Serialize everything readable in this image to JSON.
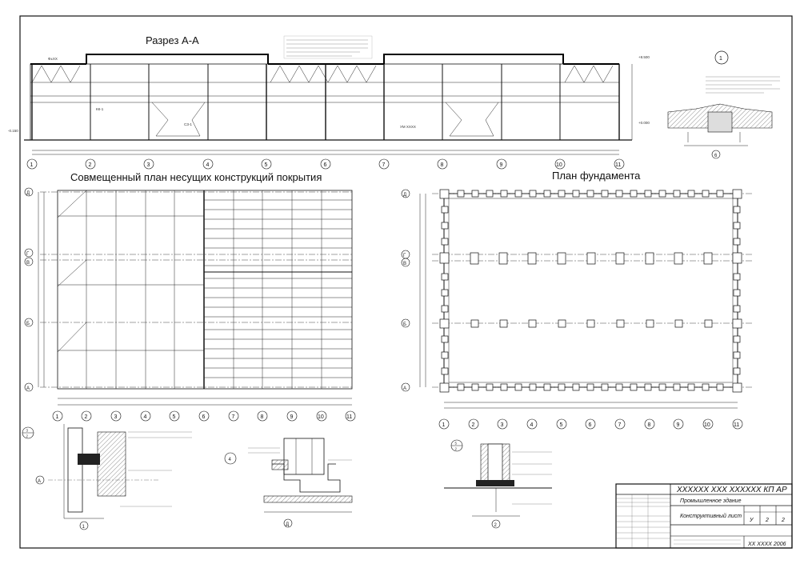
{
  "titles": {
    "section": "Разрез А-А",
    "roof_plan": "Совмещенный план несущих конструкций покрытия",
    "foundation_plan": "План фундамента"
  },
  "axes": {
    "numbers": [
      "1",
      "2",
      "3",
      "4",
      "5",
      "6",
      "7",
      "8",
      "9",
      "10",
      "11"
    ],
    "letters": [
      "Д",
      "Г",
      "В",
      "Б",
      "А"
    ]
  },
  "callouts": {
    "detail1": "1",
    "detail1_ref": "6",
    "detail3_top": "3",
    "detail3_bottom": "2",
    "detail3_axis": "А",
    "detail3_num": "1",
    "detail4": "4",
    "detail4_axis": "Д",
    "detail5_top": "5",
    "detail5_bottom": "2",
    "detail5_num": "2"
  },
  "stamp": {
    "code": "XXXXXX XXX XXXXXX КП АР",
    "building": "Промышленное здание",
    "sheet_title": "Конструктивный лист",
    "stage": "У",
    "sheet": "2",
    "sheets": "2",
    "org": "XX XXXX 2006"
  }
}
